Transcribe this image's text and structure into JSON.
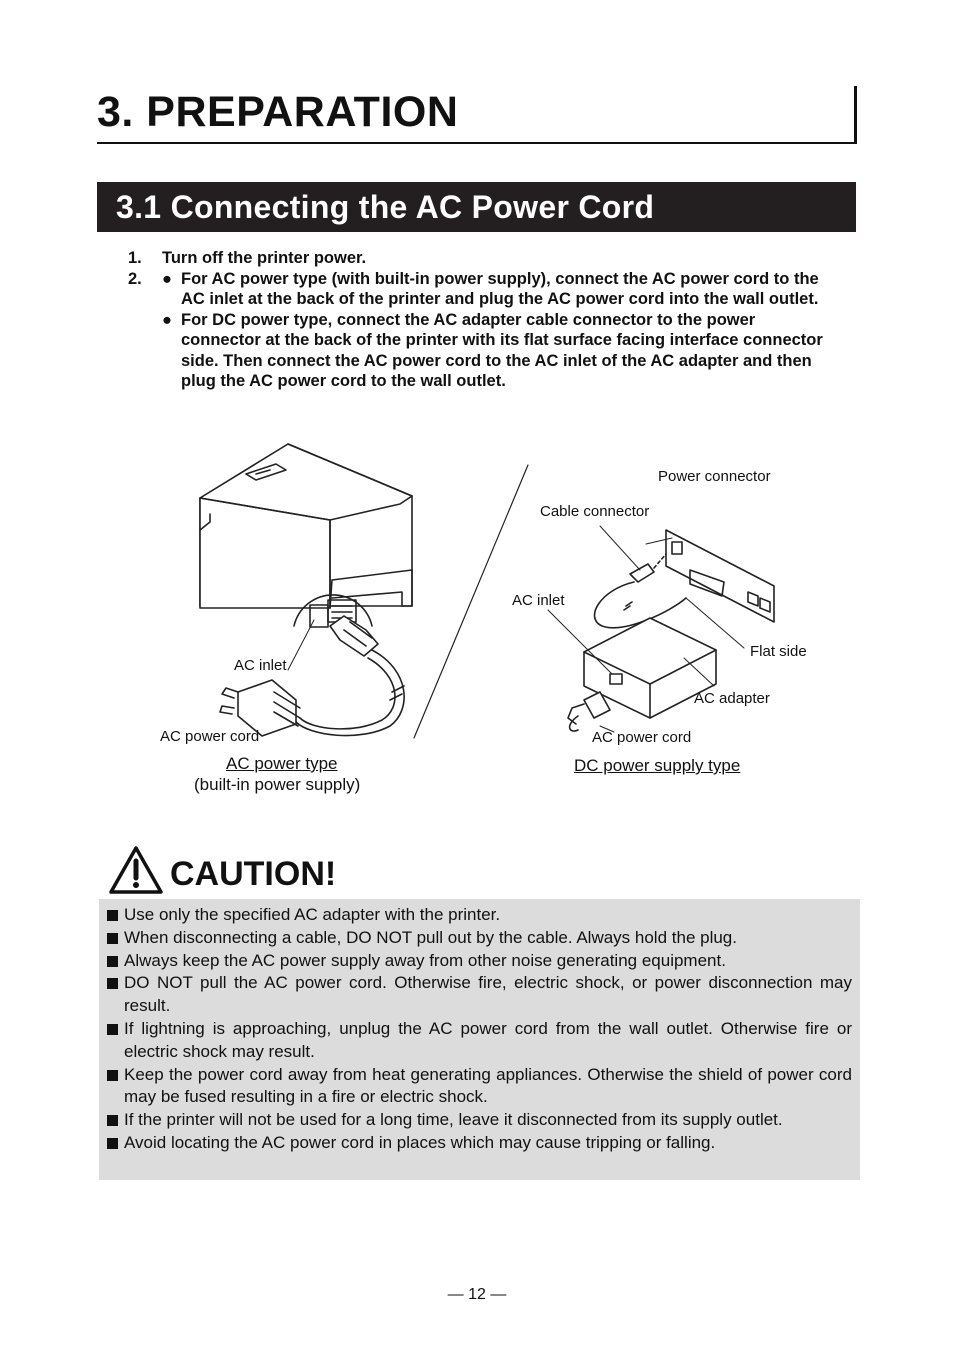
{
  "chapter": {
    "title": "3.  PREPARATION"
  },
  "section": {
    "title": "3.1  Connecting the AC Power Cord"
  },
  "steps": [
    {
      "num": "1.",
      "text": "Turn off the printer power."
    },
    {
      "num": "2.",
      "bullets": [
        "For AC power type (with built-in power supply), connect the AC power cord to the AC inlet at the back of the printer and plug the AC power cord into the wall outlet.",
        "For DC power type, connect the AC adapter cable connector to the power connector at the back of the printer with its flat surface facing interface connector side. Then connect the AC power cord to the AC inlet of the AC adapter and then plug the AC power cord to the wall outlet."
      ]
    }
  ],
  "bullet_glyph": "●",
  "figure": {
    "left": {
      "label_ac_inlet": "AC inlet",
      "label_ac_power_cord": "AC power cord",
      "caption_line1": "AC power type",
      "caption_line2": "(built-in power supply)"
    },
    "right": {
      "label_power_connector": "Power connector",
      "label_cable_connector": "Cable connector",
      "label_ac_inlet": "AC inlet",
      "label_flat_side": "Flat side",
      "label_ac_adapter": "AC adapter",
      "label_ac_power_cord": "AC power cord",
      "caption": "DC power supply type"
    }
  },
  "caution": {
    "title": "CAUTION!",
    "items": [
      "Use only the specified AC adapter with the printer.",
      "When disconnecting a cable, DO NOT pull out by the cable.  Always hold the plug.",
      "Always keep the AC power supply away from other noise generating equipment.",
      "DO NOT pull the AC power cord.  Otherwise fire, electric shock, or power disconnection may result.",
      "If lightning is approaching, unplug the AC power cord from the wall outlet.  Otherwise fire or electric shock may result.",
      "Keep the power cord away from heat generating appliances.  Otherwise the shield of power cord may be fused resulting in a fire or electric shock.",
      "If the printer will not be used for a long time, leave it disconnected from its supply outlet.",
      "Avoid locating the AC power cord in places which may cause tripping or falling."
    ]
  },
  "page_number": "— 12 —"
}
